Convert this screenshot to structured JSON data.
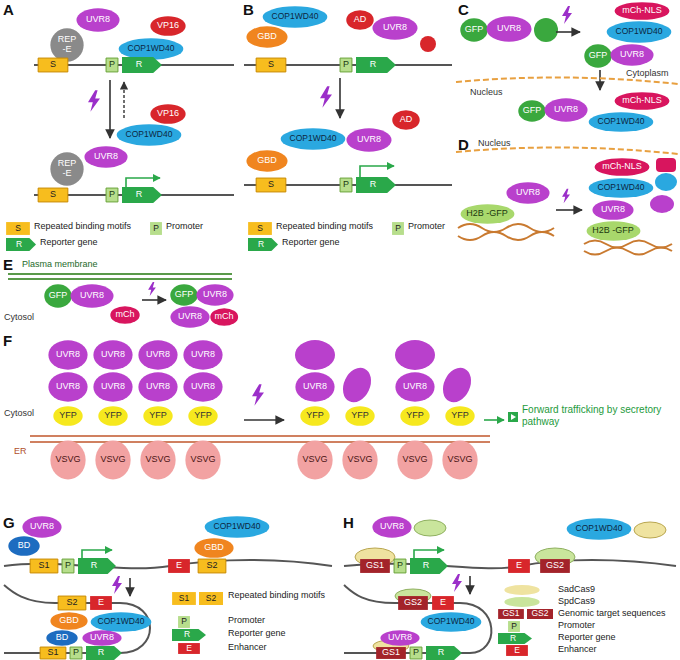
{
  "diagram": {
    "nodes": [
      {
        "text": [
          "UVR8"
        ]
      },
      {
        "text": [
          "REP -E"
        ]
      },
      {
        "text": [
          "COP1WD40"
        ]
      },
      {
        "text": [
          "VP16"
        ]
      },
      {
        "text": [
          "S"
        ]
      },
      {
        "text": [
          "P"
        ]
      },
      {
        "text": [
          "R"
        ]
      },
      {
        "text": [
          "REP -E"
        ]
      },
      {
        "text": [
          "UVR8"
        ]
      },
      {
        "text": [
          "COP1WD40"
        ]
      },
      {
        "text": [
          "VP16"
        ]
      },
      {
        "text": [
          "S"
        ]
      },
      {
        "text": [
          "P"
        ]
      },
      {
        "text": [
          "R"
        ]
      },
      {
        "text": [
          "COP1WD40"
        ]
      },
      {
        "text": [
          "GBD"
        ]
      },
      {
        "text": [
          "AD"
        ]
      },
      {
        "text": [
          "UVR8"
        ]
      },
      {
        "text": [
          "S"
        ]
      },
      {
        "text": [
          "P"
        ]
      },
      {
        "text": [
          "R"
        ]
      },
      {
        "text": [
          "GBD"
        ]
      },
      {
        "text": [
          "COP1WD40"
        ]
      },
      {
        "text": [
          "UVR8"
        ]
      },
      {
        "text": [
          "AD"
        ]
      },
      {
        "text": [
          "S"
        ]
      },
      {
        "text": [
          "P"
        ]
      },
      {
        "text": [
          "R"
        ]
      },
      {
        "text": [
          "GFP"
        ]
      },
      {
        "text": [
          "UVR8"
        ]
      },
      {
        "text": [
          "mCh-NLS"
        ]
      },
      {
        "text": [
          "COP1WD40"
        ]
      },
      {
        "text": [
          "GFP"
        ]
      },
      {
        "text": [
          "UVR8"
        ]
      },
      {
        "text": [
          "mCh-NLS"
        ]
      },
      {
        "text": [
          "GFP"
        ]
      },
      {
        "text": [
          "UVR8"
        ]
      },
      {
        "text": [
          "COP1WD40"
        ]
      },
      {
        "text": [
          "UVR8"
        ]
      },
      {
        "text": [
          "H2B -GFP"
        ]
      },
      {
        "text": [
          "mCh-NLS"
        ]
      },
      {
        "text": [
          "COP1WD40"
        ]
      },
      {
        "text": [
          "UVR8"
        ]
      },
      {
        "text": [
          "H2B -GFP"
        ]
      },
      {
        "text": [
          "GFP"
        ]
      },
      {
        "text": [
          "UVR8"
        ]
      },
      {
        "text": [
          "mCh"
        ]
      },
      {
        "text": [
          "GFP"
        ]
      },
      {
        "text": [
          "UVR8"
        ]
      },
      {
        "text": [
          "UVR8"
        ]
      },
      {
        "text": [
          "mCh"
        ]
      },
      {
        "text": [
          "UVR8"
        ]
      },
      {
        "text": [
          "UVR8"
        ]
      },
      {
        "text": [
          "UVR8"
        ]
      },
      {
        "text": [
          "UVR8"
        ]
      },
      {
        "text": [
          "UVR8"
        ]
      },
      {
        "text": [
          "UVR8"
        ]
      },
      {
        "text": [
          "UVR8"
        ]
      },
      {
        "text": [
          "UVR8"
        ]
      },
      {
        "text": [
          "YFP"
        ]
      },
      {
        "text": [
          "YFP"
        ]
      },
      {
        "text": [
          "YFP"
        ]
      },
      {
        "text": [
          "YFP"
        ]
      },
      {
        "text": [
          "VSVG"
        ]
      },
      {
        "text": [
          "VSVG"
        ]
      },
      {
        "text": [
          "VSVG"
        ]
      },
      {
        "text": [
          "VSVG"
        ]
      },
      {
        "text": [
          "UVR8"
        ]
      },
      {
        "text": [
          "UVR8"
        ]
      },
      {
        "text": [
          "YFP"
        ]
      },
      {
        "text": [
          "YFP"
        ]
      },
      {
        "text": [
          "YFP"
        ]
      },
      {
        "text": [
          "YFP"
        ]
      },
      {
        "text": [
          "VSVG"
        ]
      },
      {
        "text": [
          "VSVG"
        ]
      },
      {
        "text": [
          "VSVG"
        ]
      },
      {
        "text": [
          "VSVG"
        ]
      },
      {
        "text": [
          "UVR8"
        ]
      },
      {
        "text": [
          "BD"
        ]
      },
      {
        "text": [
          "S1"
        ]
      },
      {
        "text": [
          "P"
        ]
      },
      {
        "text": [
          "R"
        ]
      },
      {
        "text": [
          "COP1WD40"
        ]
      },
      {
        "text": [
          "GBD"
        ]
      },
      {
        "text": [
          "E"
        ]
      },
      {
        "text": [
          "S2"
        ]
      },
      {
        "text": [
          "S2"
        ]
      },
      {
        "text": [
          "E"
        ]
      },
      {
        "text": [
          "GBD"
        ]
      },
      {
        "text": [
          "COP1WD40"
        ]
      },
      {
        "text": [
          "UVR8"
        ]
      },
      {
        "text": [
          "BD"
        ]
      },
      {
        "text": [
          "S1"
        ]
      },
      {
        "text": [
          "P"
        ]
      },
      {
        "text": [
          "R"
        ]
      },
      {
        "text": [
          "UVR8"
        ]
      },
      {
        "text": [
          "GS1"
        ]
      },
      {
        "text": [
          "P"
        ]
      },
      {
        "text": [
          "R"
        ]
      },
      {
        "text": [
          "E"
        ]
      },
      {
        "text": [
          "GS2"
        ]
      },
      {
        "text": [
          "COP1WD40"
        ]
      },
      {
        "text": [
          "GS2"
        ]
      },
      {
        "text": [
          "E"
        ]
      },
      {
        "text": [
          "COP1WD40"
        ]
      },
      {
        "text": [
          "UVR8"
        ]
      },
      {
        "text": [
          "GS1"
        ]
      },
      {
        "text": [
          "P"
        ]
      },
      {
        "text": [
          "R"
        ]
      }
    ],
    "labels": [
      "A",
      "B",
      "C",
      "Cytoplasm",
      "Nucleus",
      "D",
      "Nucleus",
      "E",
      "Plasma membrane",
      "Cytosol",
      "F",
      "Cytosol",
      "ER",
      "Forward trafficking by secretory pathway",
      "G",
      "H",
      "S",
      "P",
      "R",
      "S",
      "P",
      "R",
      "S1",
      "S2",
      "P",
      "R",
      "E",
      "GS1",
      "GS2",
      "P",
      "R",
      "E"
    ],
    "legend": [
      {
        "text": "Repeated binding motifs",
        "color": "#f7bd1e"
      },
      {
        "text": "Promoter",
        "color": "#b7de8c"
      },
      {
        "text": "Reporter gene",
        "color": "#2aa84a"
      },
      {
        "text": "Repeated binding motifs",
        "color": "#f7bd1e"
      },
      {
        "text": "Promoter",
        "color": "#b7de8c"
      },
      {
        "text": "Reporter gene",
        "color": "#2aa84a"
      },
      {
        "text": "Repeated binding motifs",
        "color": "#f7bd1e"
      },
      {
        "text": "Promoter",
        "color": "#b7de8c"
      },
      {
        "text": "Reporter gene",
        "color": "#2aa84a"
      },
      {
        "text": "Enhancer",
        "color": "#d8262b"
      },
      {
        "text": "SadCas9",
        "color": "#efe3a0"
      },
      {
        "text": "SpdCas9",
        "color": "#c9e59c"
      },
      {
        "text": "Genomic target sequences",
        "color": "#a3232a"
      },
      {
        "text": "Promoter",
        "color": "#b7de8c"
      },
      {
        "text": "Reporter gene",
        "color": "#2aa84a"
      },
      {
        "text": "Enhancer",
        "color": "#d8262b"
      }
    ]
  }
}
